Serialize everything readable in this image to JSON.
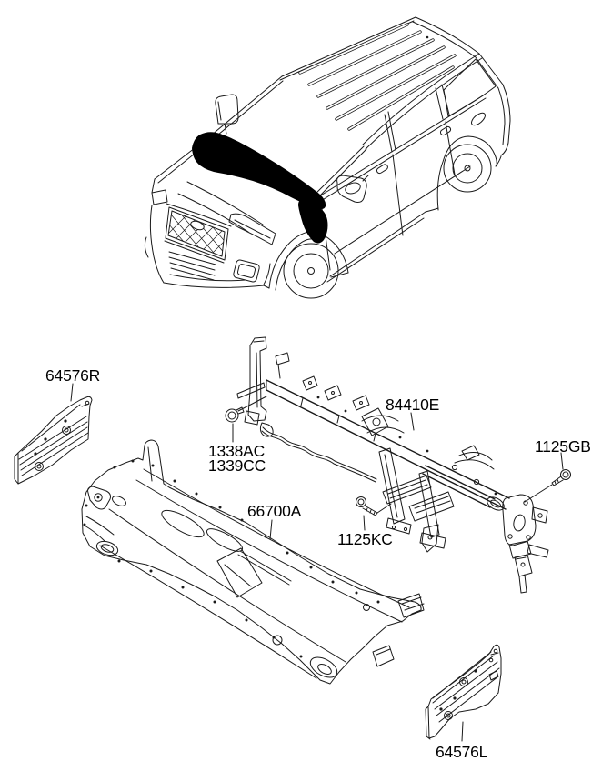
{
  "page": {
    "background": "#ffffff"
  },
  "diagram": {
    "type": "exploded-parts-diagram",
    "vehicle_note": "SUV front three-quarter line drawing with cowl area shaded black",
    "line_color": "#1a1a1a",
    "highlight_color": "#000000",
    "label_color": "#000000"
  },
  "callouts": [
    {
      "code": "64576R",
      "part": "cowl-side-outer-panel-right"
    },
    {
      "code": "84410E",
      "part": "crossmember-bar-assembly"
    },
    {
      "code": "1338AC",
      "part": "grommet-fastener"
    },
    {
      "code": "1339CC",
      "part": "grommet-fastener"
    },
    {
      "code": "1125GB",
      "part": "bolt"
    },
    {
      "code": "66700A",
      "part": "cowl-panel-assembly"
    },
    {
      "code": "1125KC",
      "part": "bolt"
    },
    {
      "code": "64576L",
      "part": "cowl-side-outer-panel-left"
    }
  ]
}
